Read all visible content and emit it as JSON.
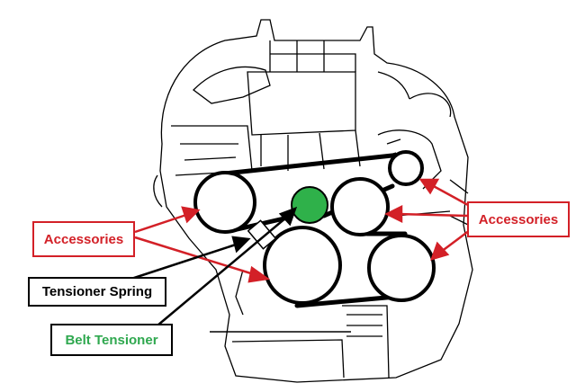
{
  "labels": {
    "accessories_left": "Accessories",
    "accessories_right": "Accessories",
    "tensioner_spring": "Tensioner Spring",
    "belt_tensioner": "Belt Tensioner"
  },
  "colors": {
    "accessory_red": "#d32027",
    "tensioner_green": "#2fb14a",
    "belt_black": "#000000"
  }
}
